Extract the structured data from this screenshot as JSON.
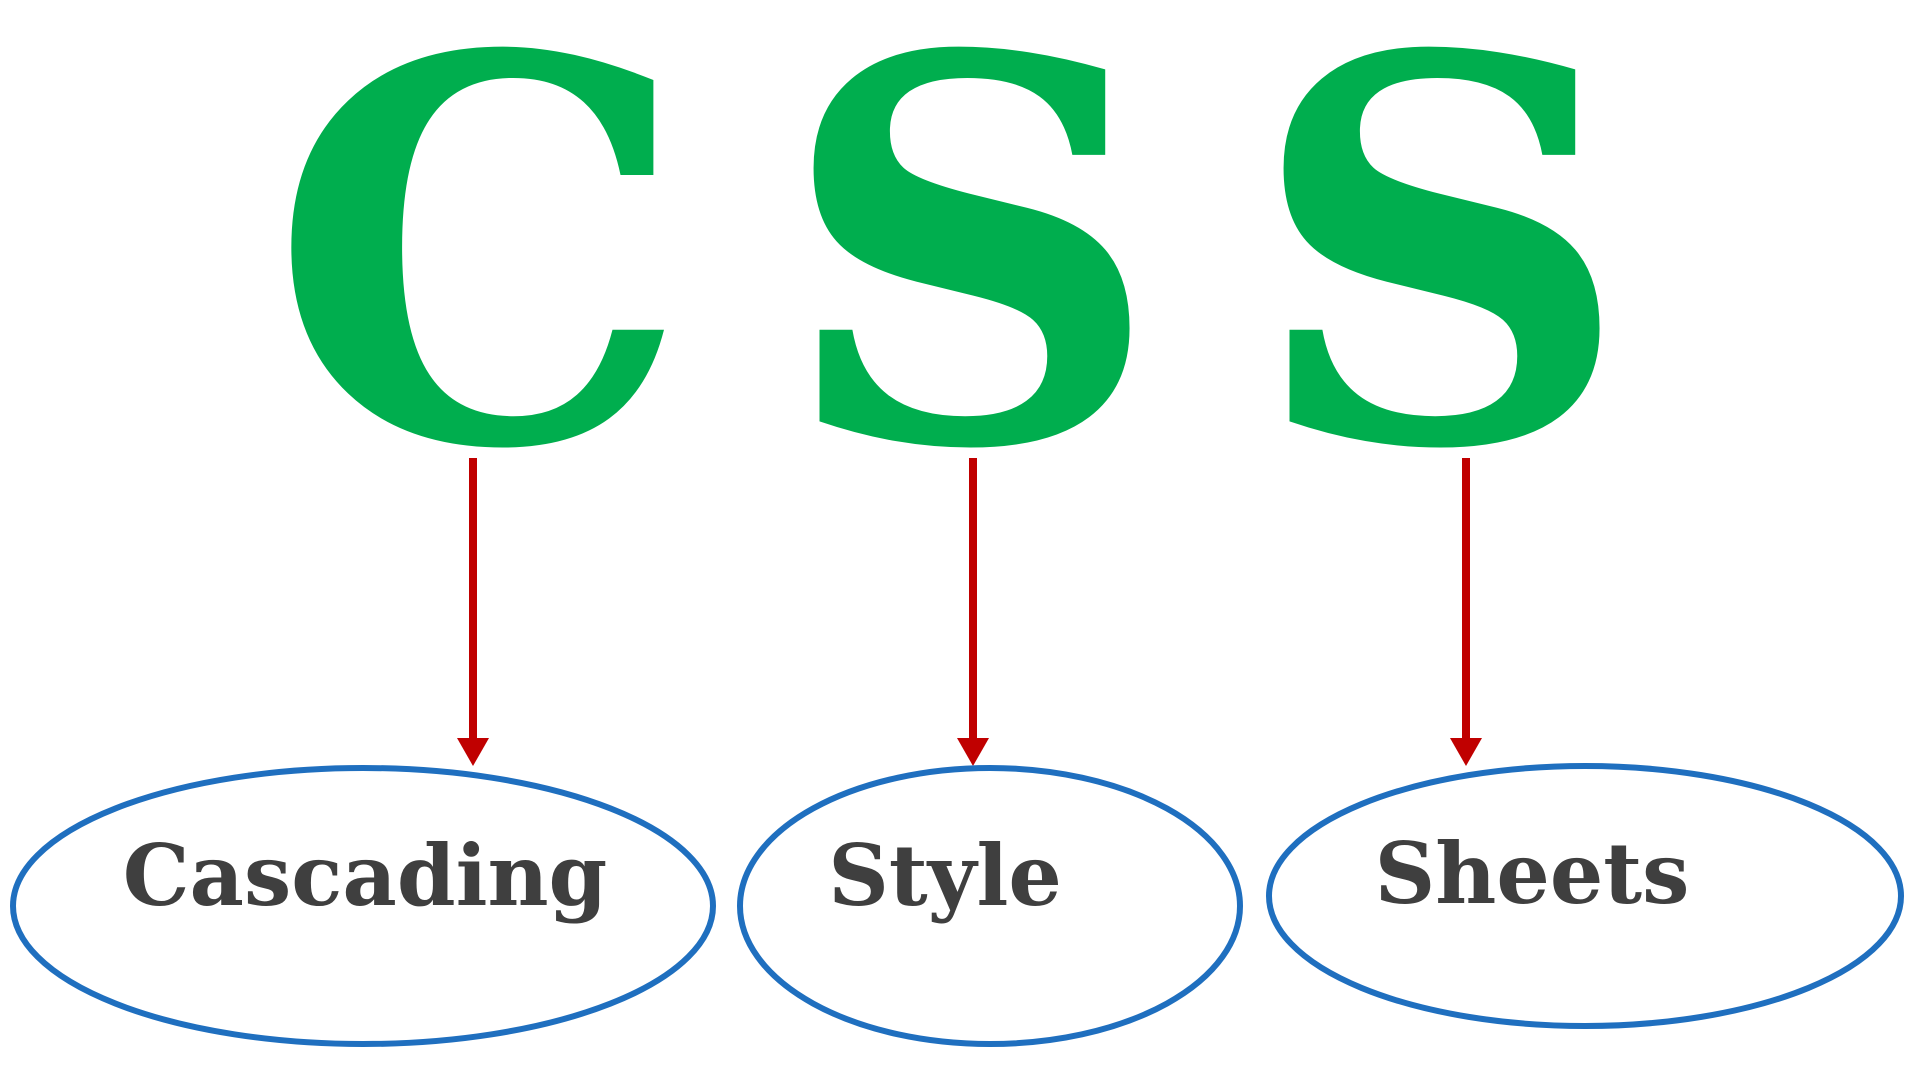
{
  "colors": {
    "letter": "#00AE4E",
    "arrow": "#C00000",
    "ellipse_stroke": "#1F6FBF",
    "label": "#3F3F3F",
    "background": "#FFFFFF"
  },
  "letters": [
    {
      "char": "C",
      "word": "Cascading"
    },
    {
      "char": "S",
      "word": "Style"
    },
    {
      "char": "S",
      "word": "Sheets"
    }
  ]
}
